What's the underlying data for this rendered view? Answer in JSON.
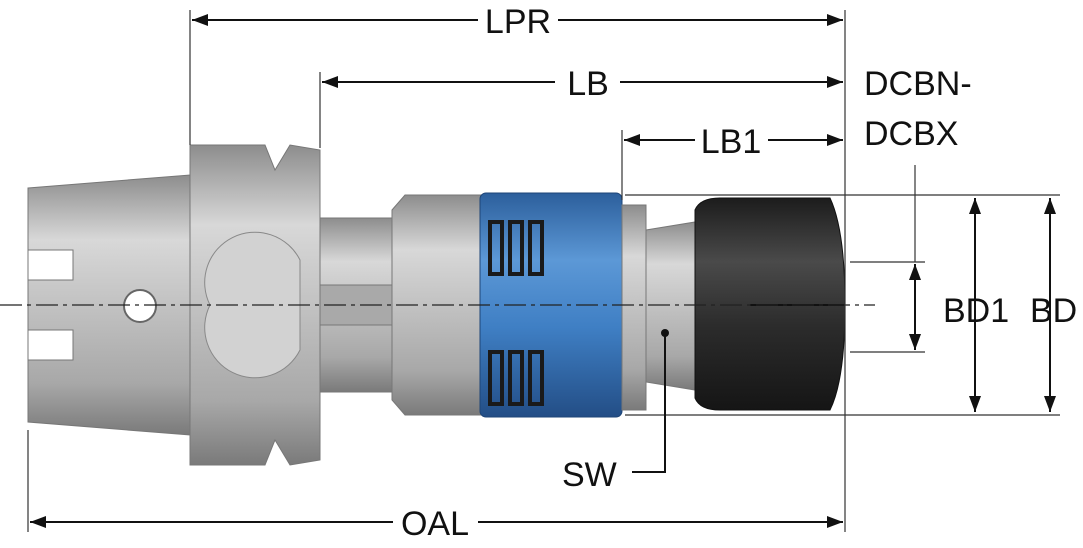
{
  "labels": {
    "lpr": "LPR",
    "lb": "LB",
    "lb1": "LB1",
    "dcbn": "DCBN-",
    "dcbx": "DCBX",
    "bd1": "BD1",
    "bd": "BD",
    "sw": "SW",
    "oal": "OAL"
  },
  "colors": {
    "steel": "#b9b9b9",
    "sleeve_blue": "#3f7fc4",
    "nut_black": "#2b2b2b"
  }
}
